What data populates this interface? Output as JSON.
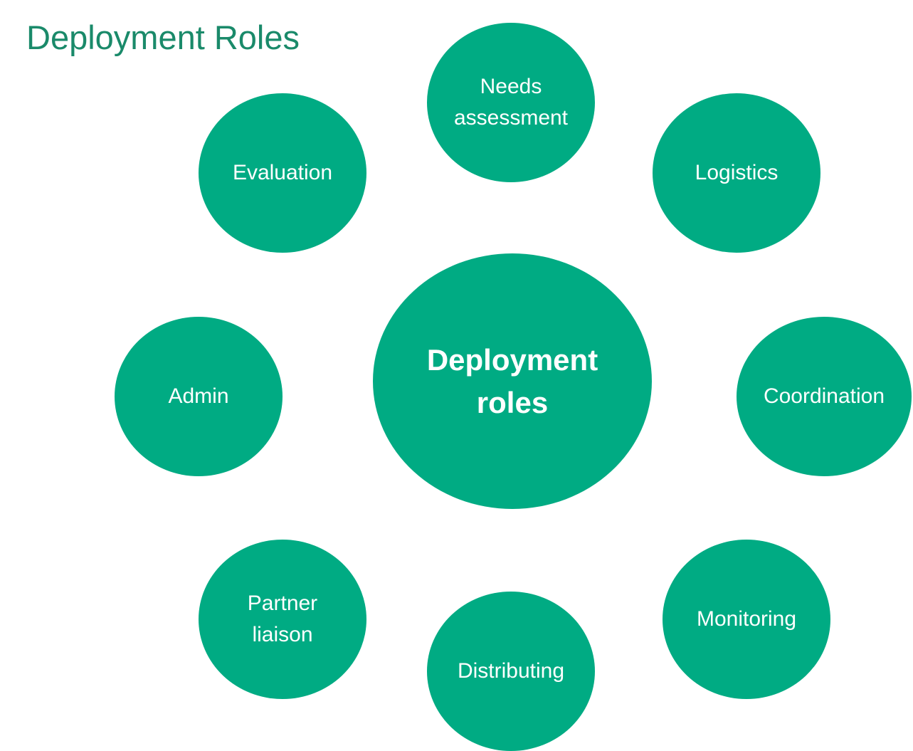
{
  "title": "Deployment Roles",
  "colors": {
    "title": "#1a8a6a",
    "bubble": "#00ab83",
    "bubble_text": "#ffffff"
  },
  "center": {
    "label": "Deployment\nroles"
  },
  "roles": {
    "needs_assessment": "Needs\nassessment",
    "evaluation": "Evaluation",
    "logistics": "Logistics",
    "admin": "Admin",
    "coordination": "Coordination",
    "partner_liaison": "Partner\nliaison",
    "monitoring": "Monitoring",
    "distributing": "Distributing"
  }
}
